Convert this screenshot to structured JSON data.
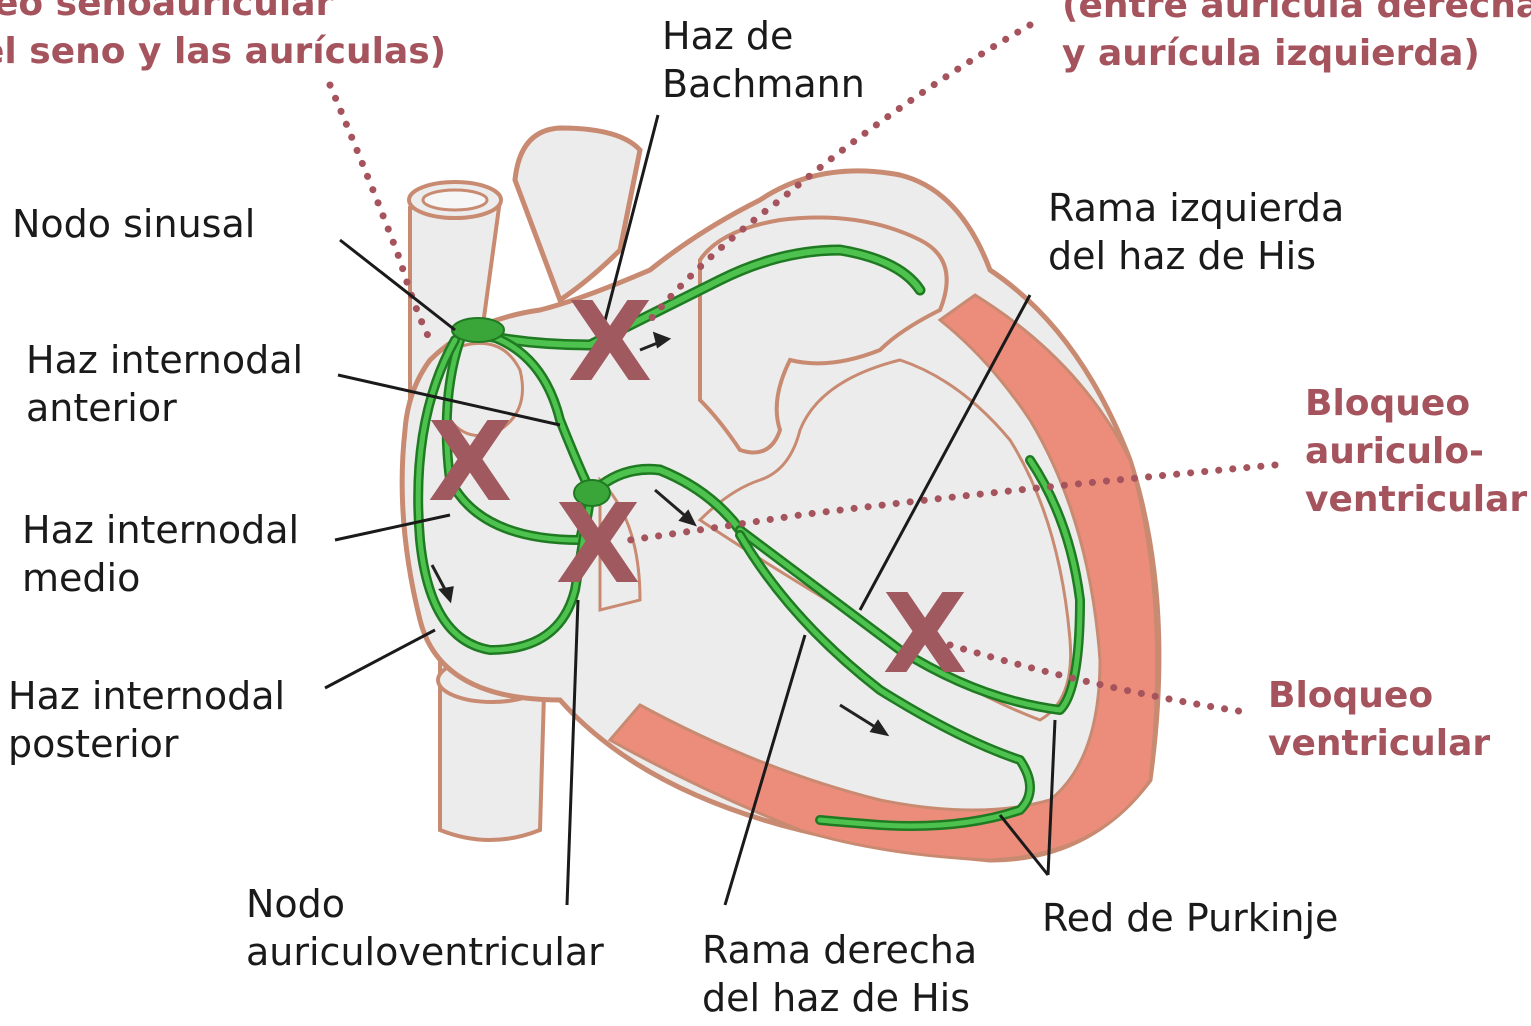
{
  "colors": {
    "accent_block": "#a5535d",
    "x_mark": "#a0595f",
    "conduction_green": "#3aa63a",
    "conduction_green_dark": "#1f7a22",
    "myocardium_red": "#ec8d7c",
    "heart_fill": "#ececec",
    "outline": "#c98a72",
    "leader_line": "#1a1a1a"
  },
  "blocks": {
    "sinoatrial": {
      "line1": "eo senoauricular",
      "line2": "el seno y las aurículas)"
    },
    "interatrial": {
      "line1": "(entre aurícula derecha",
      "line2": "y aurícula izquierda)"
    },
    "atrioventricular": {
      "line1": "Bloqueo",
      "line2": "auriculo-",
      "line3": "ventricular"
    },
    "ventricular": {
      "line1": "Bloqueo",
      "line2": "ventricular"
    }
  },
  "labels": {
    "bachmann": {
      "line1": "Haz de",
      "line2": "Bachmann"
    },
    "nodo_sinusal": {
      "line1": "Nodo sinusal"
    },
    "internodal_anterior": {
      "line1": "Haz internodal",
      "line2": "anterior"
    },
    "internodal_medio": {
      "line1": "Haz internodal",
      "line2": "medio"
    },
    "internodal_posterior": {
      "line1": "Haz internodal",
      "line2": "posterior"
    },
    "rama_izquierda": {
      "line1": "Rama izquierda",
      "line2": "del haz de His"
    },
    "nodo_av": {
      "line1": "Nodo",
      "line2": "auriculoventricular"
    },
    "rama_derecha": {
      "line1": "Rama derecha",
      "line2": "del haz de His"
    },
    "purkinje": {
      "line1": "Red de Purkinje"
    }
  },
  "x_glyph": "X"
}
